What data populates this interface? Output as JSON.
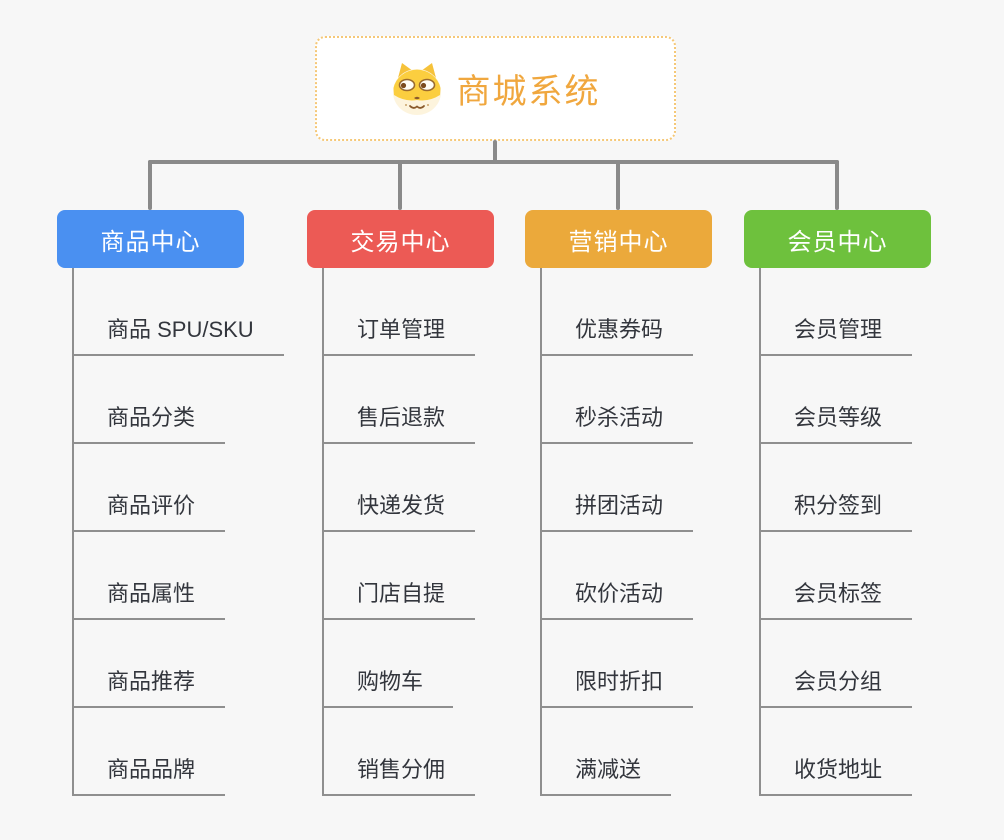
{
  "colors": {
    "bg": "#f7f7f7",
    "connector": "#8a8a8a",
    "line": "#8f8f8f",
    "text": "#33363d",
    "root-title": "#f0a73e",
    "root-border": "#f5c878"
  },
  "root": {
    "title": "商城系统",
    "icon": "dog-face-icon"
  },
  "branches": [
    {
      "label": "商品中心",
      "color": "#4a90f1",
      "items": [
        "商品 SPU/SKU",
        "商品分类",
        "商品评价",
        "商品属性",
        "商品推荐",
        "商品品牌"
      ]
    },
    {
      "label": "交易中心",
      "color": "#ec5a55",
      "items": [
        "订单管理",
        "售后退款",
        "快递发货",
        "门店自提",
        "购物车",
        "销售分佣"
      ]
    },
    {
      "label": "营销中心",
      "color": "#eba93b",
      "items": [
        "优惠券码",
        "秒杀活动",
        "拼团活动",
        "砍价活动",
        "限时折扣",
        "满减送"
      ]
    },
    {
      "label": "会员中心",
      "color": "#6ec13d",
      "items": [
        "会员管理",
        "会员等级",
        "积分签到",
        "会员标签",
        "会员分组",
        "收货地址"
      ]
    }
  ]
}
